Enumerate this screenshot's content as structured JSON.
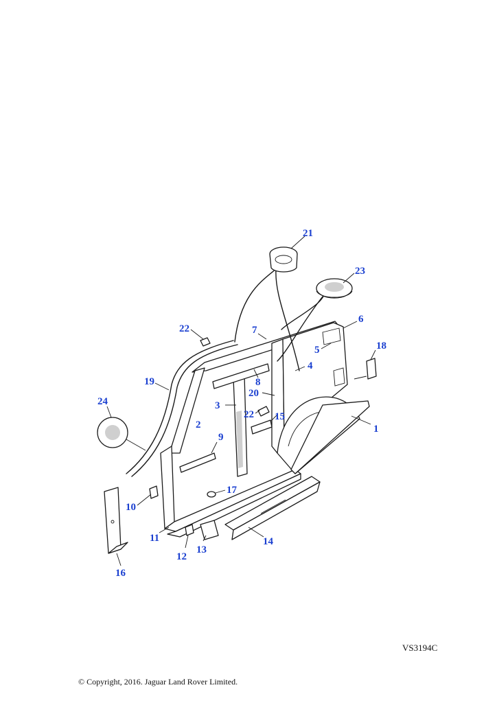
{
  "diagram": {
    "callouts": [
      "1",
      "3",
      "4",
      "5",
      "6",
      "7",
      "8",
      "9",
      "10",
      "11",
      "12",
      "13",
      "14",
      "15",
      "16",
      "17",
      "18",
      "19",
      "20",
      "21",
      "22",
      "22",
      "23",
      "24",
      "2"
    ],
    "reference_code": "VS3194C",
    "copyright": "© Copyright, 2016. Jaguar Land Rover Limited."
  }
}
